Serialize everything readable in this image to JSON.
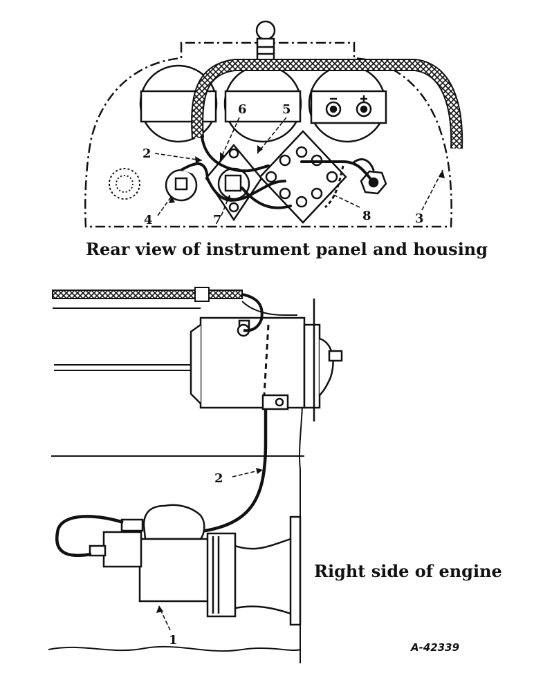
{
  "top_view": {
    "caption": "Rear view of instrument panel and housing",
    "callouts": [
      "2",
      "3",
      "4",
      "5",
      "6",
      "7",
      "8"
    ]
  },
  "bottom_view": {
    "caption": "Right side of engine",
    "callouts": [
      "1",
      "2"
    ]
  },
  "figure_id": "A-42339",
  "colors": {
    "ink": "#111111",
    "paper": "#ffffff"
  }
}
